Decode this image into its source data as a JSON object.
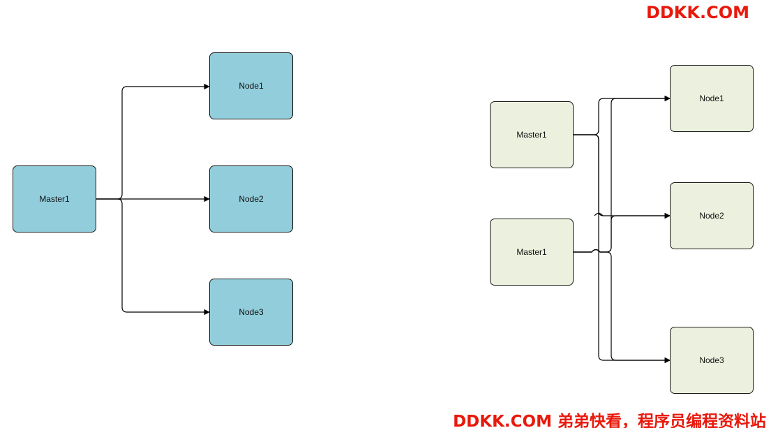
{
  "watermark": {
    "top": "DDKK.COM",
    "bottom": "DDKK.COM 弟弟快看，程序员编程资料站",
    "color": "#e8190c"
  },
  "left_diagram": {
    "box_color": "#92cddc",
    "master": "Master1",
    "nodes": [
      "Node1",
      "Node2",
      "Node3"
    ]
  },
  "right_diagram": {
    "box_color": "#ebf1de",
    "masters": [
      "Master1",
      "Master1"
    ],
    "nodes": [
      "Node1",
      "Node2",
      "Node3"
    ]
  }
}
